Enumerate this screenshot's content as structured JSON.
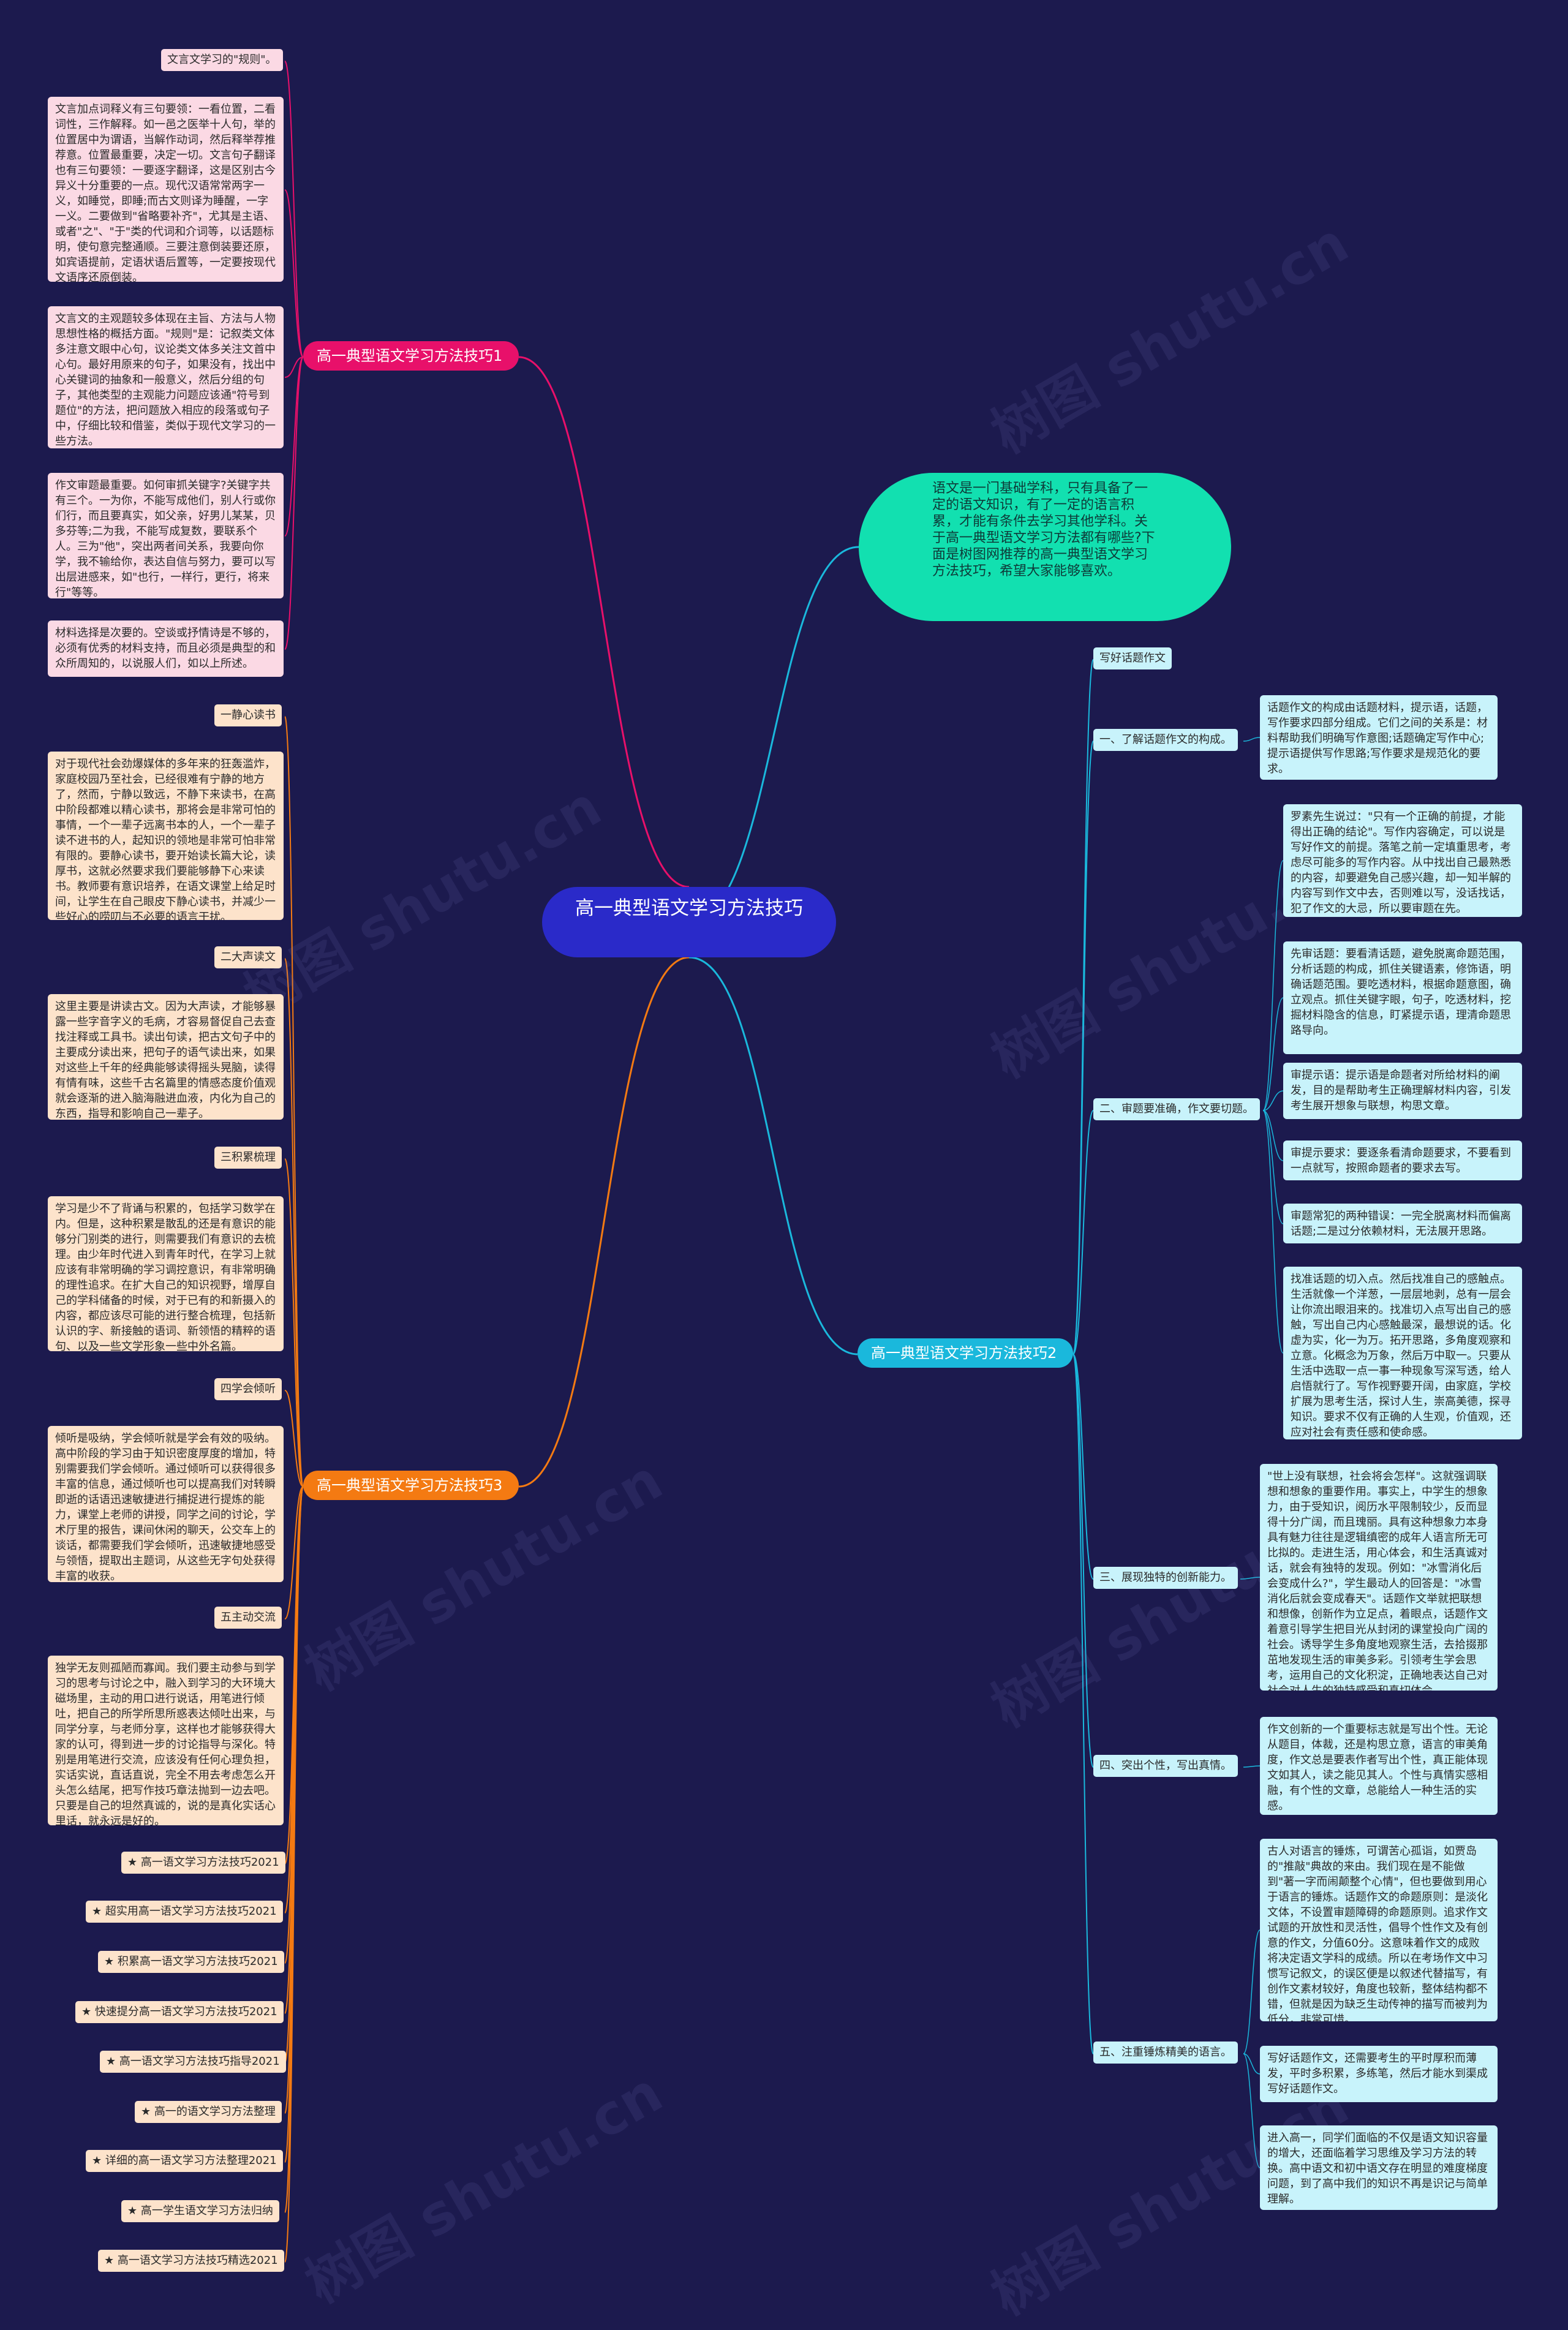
{
  "root": "高一典型语文学习方法技巧",
  "intro": "语文是一门基础学科，只有具备了一定的语文知识，有了一定的语言积累，才能有条件去学习其他学科。关于高一典型语文学习方法都有哪些?下面是树图网推荐的高一典型语文学习方法技巧，希望大家能够喜欢。",
  "watermark": "树图 shutu.cn",
  "branch1": {
    "label": "高一典型语文学习方法技巧1",
    "items": [
      "文言文学习的\"规则\"。",
      "文言加点词释义有三句要领：一看位置，二看词性，三作解释。如一邑之医举十人句，举的位置居中为谓语，当解作动词，然后释举荐推荐意。位置最重要，决定一切。文言句子翻译也有三句要领：一要逐字翻译，这是区别古今异义十分重要的一点。现代汉语常常两字一义，如睡觉，即睡;而古文则译为睡醒，一字一义。二要做到\"省略要补齐\"，尤其是主语、或者\"之\"、\"于\"类的代词和介词等，以话题标明，使句意完整通顺。三要注意倒装要还原，如宾语提前，定语状语后置等，一定要按现代文语序还原倒装。",
      "文言文的主观题较多体现在主旨、方法与人物思想性格的概括方面。\"规则\"是：记叙类文体多注意文眼中心句，议论类文体多关注文首中心句。最好用原来的句子，如果没有，找出中心关键词的抽象和一般意义，然后分组的句子，其他类型的主观能力问题应该通\"符号到题位\"的方法，把问题放入相应的段落或句子中，仔细比较和借鉴，类似于现代文学习的一些方法。",
      "作文审题最重要。如何审抓关键字?关键字共有三个。一为你，不能写成他们，别人行或你们行，而且要真实，如父亲，好男儿某某，贝多芬等;二为我，不能写成复数，要联系个人。三为\"他\"，突出两者间关系，我要向你学，我不输给你，表达自信与努力，要可以写出层进感来，如\"也行，一样行，更行，将来行\"等等。",
      "材料选择是次要的。空谈或抒情诗是不够的，必须有优秀的材料支持，而且必须是典型的和众所周知的，以说服人们，如以上所述。"
    ]
  },
  "branch3": {
    "label": "高一典型语文学习方法技巧3",
    "sections": [
      {
        "title": "一静心读书",
        "text": "对于现代社会劲爆媒体的多年来的狂轰滥炸，家庭校园乃至社会，已经很难有宁静的地方了，然而，宁静以致远，不静下来读书，在高中阶段都难以精心读书，那将会是非常可怕的事情，一个一辈子远离书本的人，一个一辈子读不进书的人，起知识的领地是非常可怕非常有限的。要静心读书，要开始读长篇大论，读厚书，这就必然要求我们要能够静下心来读书。教师要有意识培养，在语文课堂上给足时间，让学生在自己眼皮下静心读书，并减少一些好心的唠叨与不必要的语言干扰。"
      },
      {
        "title": "二大声读文",
        "text": "这里主要是讲读古文。因为大声读，才能够暴露一些字音字义的毛病，才容易督促自己去查找注释或工具书。读出句读，把古文句子中的主要成分读出来，把句子的语气读出来，如果对这些上千年的经典能够读得摇头晃脑，读得有情有味，这些千古名篇里的情感态度价值观就会逐渐的进入脑海融进血液，内化为自己的东西，指导和影响自己一辈子。"
      },
      {
        "title": "三积累梳理",
        "text": "学习是少不了背诵与积累的，包括学习数学在内。但是，这种积累是散乱的还是有意识的能够分门别类的进行，则需要我们有意识的去梳理。由少年时代进入到青年时代，在学习上就应该有非常明确的学习调控意识，有非常明确的理性追求。在扩大自己的知识视野，增厚自己的学科储备的时候，对于已有的和新摄入的内容，都应该尽可能的进行整合梳理，包括新认识的字、新接触的语词、新领悟的精粹的语句、以及一些文学形象一些中外名篇。"
      },
      {
        "title": "四学会倾听",
        "text": "倾听是吸纳，学会倾听就是学会有效的吸纳。高中阶段的学习由于知识密度厚度的增加，特别需要我们学会倾听。通过倾听可以获得很多丰富的信息，通过倾听也可以提高我们对转瞬即逝的话语迅速敏捷进行捕捉进行提炼的能力，课堂上老师的讲授，同学之间的讨论，学术厅里的报告，课间休闲的聊天，公交车上的谈话，都需要我们学会倾听，迅速敏捷地感受与领悟，提取出主题词，从这些无字句处获得丰富的收获。"
      },
      {
        "title": "五主动交流",
        "text": "独学无友则孤陋而寡闻。我们要主动参与到学习的思考与讨论之中，融入到学习的大环境大磁场里，主动的用口进行说话，用笔进行倾吐，把自己的所学所思所惑表达倾吐出来，与同学分享，与老师分享，这样也才能够获得大家的认可，得到进一步的讨论指导与深化。特别是用笔进行交流，应该没有任何心理负担，实话实说，直话直说，完全不用去考虑怎么开头怎么结尾，把写作技巧章法抛到一边去吧。只要是自己的坦然真诚的，说的是真化实话心里话，就永远是好的。"
      }
    ],
    "links": [
      "★ 高一语文学习方法技巧2021",
      "★ 超实用高一语文学习方法技巧2021",
      "★ 积累高一语文学习方法技巧2021",
      "★ 快速提分高一语文学习方法技巧2021",
      "★ 高一语文学习方法技巧指导2021",
      "★ 高一的语文学习方法整理",
      "★ 详细的高一语文学习方法整理2021",
      "★ 高一学生语文学习方法归纳",
      "★ 高一语文学习方法技巧精选2021"
    ]
  },
  "branch2": {
    "label": "高一典型语文学习方法技巧2",
    "top": "写好话题作文",
    "sections": [
      {
        "title": "一、了解话题作文的构成。",
        "texts": [
          "话题作文的构成由话题材料，提示语，话题，写作要求四部分组成。它们之间的关系是：材料帮助我们明确写作意图;话题确定写作中心;提示语提供写作思路;写作要求是规范化的要求。"
        ]
      },
      {
        "title": "二、审题要准确，作文要切题。",
        "texts": [
          "罗素先生说过：\"只有一个正确的前提，才能得出正确的结论\"。写作内容确定，可以说是写好作文的前提。落笔之前一定填重思考，考虑尽可能多的写作内容。从中找出自己最熟悉的内容，却要避免自己感兴趣，却一知半解的内容写到作文中去，否则难以写，没话找话，犯了作文的大忌，所以要审题在先。",
          "先审话题：要看清话题，避免脱离命题范围，分析话题的构成，抓住关键语素，修饰语，明确话题范围。要吃透材料，根据命题意图，确立观点。抓住关键字眼，句子，吃透材料，挖掘材料隐含的信息，盯紧提示语，理清命题思路导向。",
          "审提示语：提示语是命题者对所给材料的阐发，目的是帮助考生正确理解材料内容，引发考生展开想象与联想，构思文章。",
          "审提示要求：要逐条看清命题要求，不要看到一点就写，按照命题者的要求去写。",
          "审题常犯的两种错误：一完全脱离材料而偏离话题;二是过分依赖材料，无法展开思路。",
          "找准话题的切入点。然后找准自己的感触点。生活就像一个洋葱，一层层地剥，总有一层会让你流出眼泪来的。找准切入点写出自己的感触，写出自己内心感触最深，最想说的话。化虚为实，化一为万。拓开思路，多角度观察和立意。化概念为万象，然后万中取一。只要从生活中选取一点一事一种现象写深写透，给人启悟就行了。写作视野要开阔，由家庭，学校扩展为思考生活，探讨人生，崇高美德，探寻知识。要求不仅有正确的人生观，价值观，还应对社会有责任感和使命感。"
        ]
      },
      {
        "title": "三、展现独特的创新能力。",
        "texts": [
          "\"世上没有联想，社会将会怎样\"。这就强调联想和想象的重要作用。事实上，中学生的想象力，由于受知识，阅历水平限制较少，反而显得十分广阔，而且瑰丽。具有这种想象力本身具有魅力往往是逻辑缜密的成年人语言所无可比拟的。走进生活，用心体会，和生活真诚对话，就会有独特的发现。例如：\"冰雪消化后会变成什么?\"，学生最动人的回答是：\"冰雪消化后就会变成春天\"。话题作文举就把联想和想像，创新作为立足点，着眼点，话题作文着意引导学生把目光从封闭的课堂投向广阔的社会。诱导学生多角度地观察生活，去拾掇那茁地发现生活的审美多彩。引领考生学会思考，运用自己的文化积淀，正确地表达自己对社会对人生的独特感受和真切体会。"
        ]
      },
      {
        "title": "四、突出个性，写出真情。",
        "texts": [
          "作文创新的一个重要标志就是写出个性。无论从题目，体裁，还是构思立意，语言的审美角度，作文总是要表作者写出个性，真正能体现文如其人，读之能见其人。个性与真情实感相融，有个性的文章，总能给人一种生活的实感。"
        ]
      },
      {
        "title": "五、注重锤炼精美的语言。",
        "texts": [
          "古人对语言的锤炼，可谓苦心孤诣，如贾岛的\"推敲\"典故的来由。我们现在是不能做到\"著一字而闹颠整个心情\"，但也要做到用心于语言的锤炼。话题作文的命题原则：是淡化文体，不设置审题障碍的命题原则。追求作文试题的开放性和灵活性，倡导个性作文及有创意的作文，分值60分。这意味着作文的成败将决定语文学科的成绩。所以在考场作文中习惯写记叙文，的误区便是以叙述代替描写，有创作文素材较好，角度也较新，整体结构都不错，但就是因为缺乏生动传神的描写而被判为低分，非常可惜。",
          "写好话题作文，还需要考生的平时厚积而薄发，平时多积累，多练笔，然后才能水到渠成写好话题作文。",
          "进入高一，同学们面临的不仅是语文知识容量的增大，还面临着学习思维及学习方法的转换。高中语文和初中语文存在明显的难度梯度问题，到了高中我们的知识不再是识记与简单理解。"
        ]
      }
    ]
  },
  "colors": {
    "background": "#1c1a4e",
    "root": "#2a2ac9",
    "intro": "#12e0b0",
    "branch1": "#e8106a",
    "branch2": "#1ab8dc",
    "branch3": "#f47a12",
    "pink": "#fbd9e4",
    "peach": "#fde3cb",
    "cyan": "#c8f3fb"
  }
}
